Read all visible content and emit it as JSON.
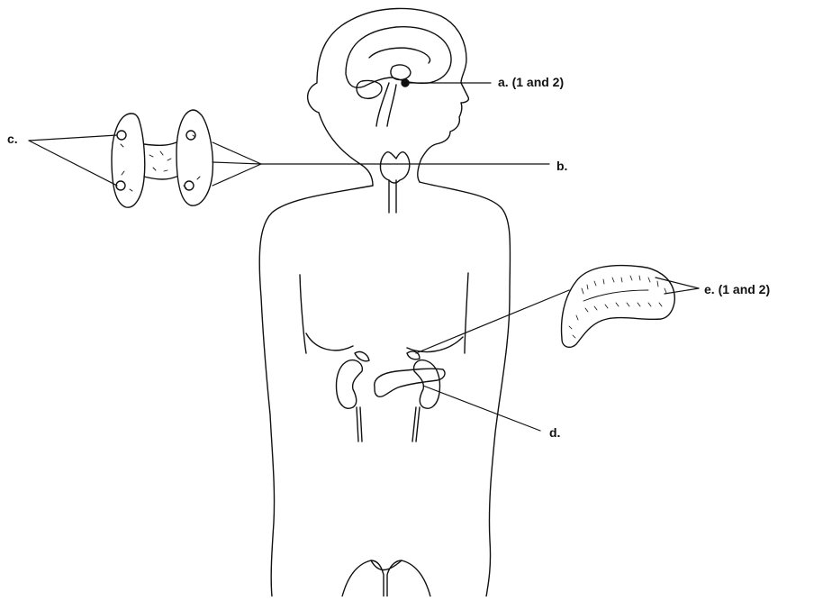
{
  "labels": {
    "a": "a. (1 and 2)",
    "b": "b.",
    "c": "c.",
    "d": "d.",
    "e": "e. (1 and 2)"
  },
  "colors": {
    "ink": "#111111",
    "paper": "#ffffff"
  }
}
